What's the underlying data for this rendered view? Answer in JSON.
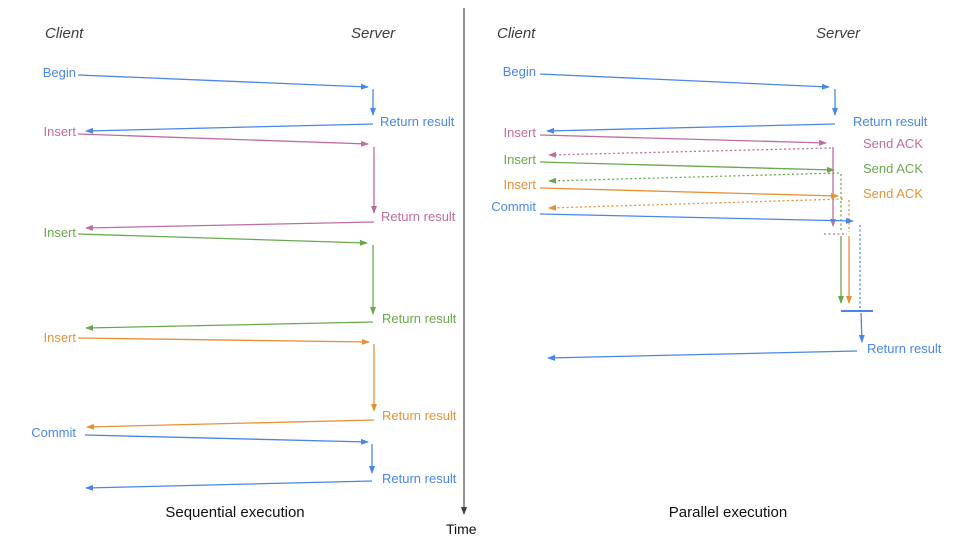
{
  "diagram": {
    "time_label": "Time",
    "colors": {
      "blue": "#4a86e8",
      "pink": "#c06c9e",
      "green": "#6aa84f",
      "orange": "#e69138",
      "axis": "#3d3d3d",
      "header_gray": "#3d3d3d"
    },
    "left": {
      "caption": "Sequential execution",
      "client": "Client",
      "server": "Server",
      "ops": [
        {
          "req": "Begin",
          "res": "Return result"
        },
        {
          "req": "Insert",
          "res": "Return result"
        },
        {
          "req": "Insert",
          "res": "Return result"
        },
        {
          "req": "Insert",
          "res": "Return result"
        },
        {
          "req": "Commit",
          "res": "Return result"
        }
      ]
    },
    "right": {
      "caption": "Parallel execution",
      "client": "Client",
      "server": "Server",
      "ops": [
        {
          "req": "Begin",
          "res": "Return result"
        },
        {
          "req": "Insert",
          "res": "Send ACK"
        },
        {
          "req": "Insert",
          "res": "Send ACK"
        },
        {
          "req": "Insert",
          "res": "Send ACK"
        },
        {
          "req": "Commit",
          "res": "Return result"
        }
      ]
    }
  }
}
